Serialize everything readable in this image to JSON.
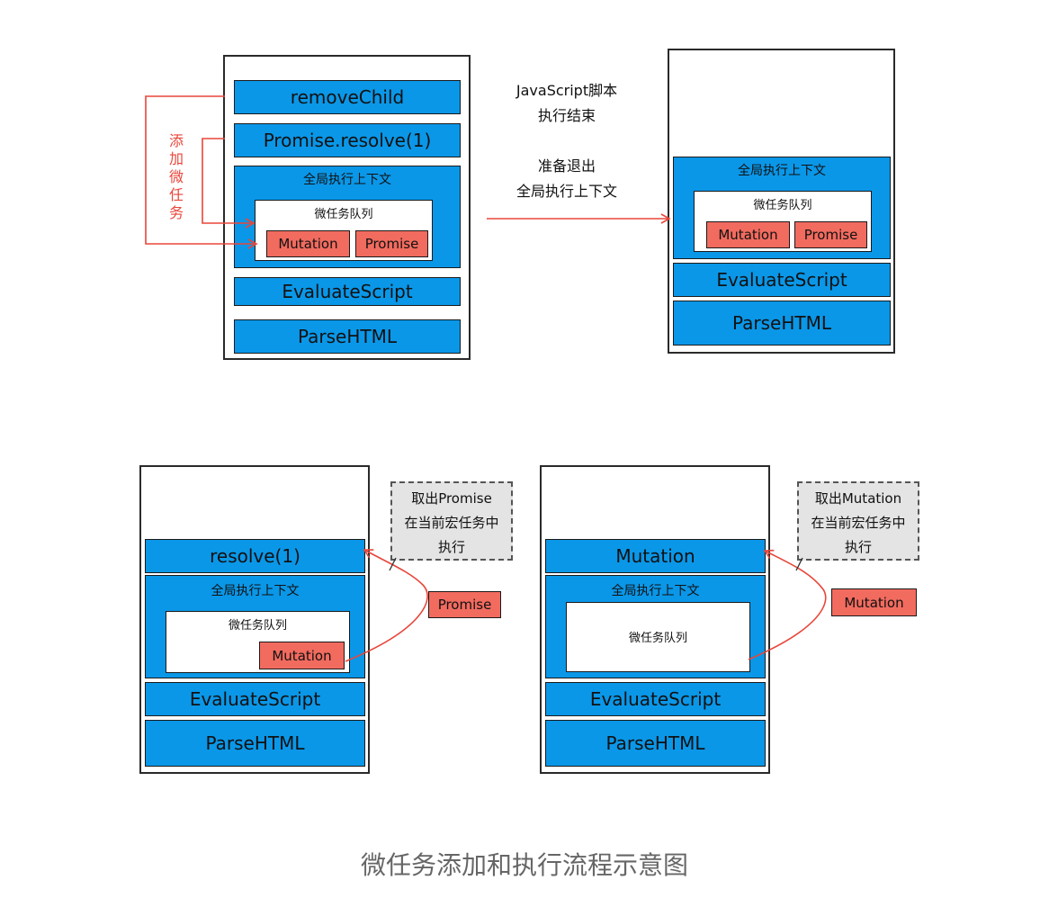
{
  "caption": "微任务添加和执行流程示意图",
  "panel1": {
    "frames": [
      "removeChild",
      "Promise.resolve(1)"
    ],
    "global_context": "全局执行上下文",
    "microtask_queue": "微任务队列",
    "queue_items": [
      "Mutation",
      "Promise"
    ],
    "lower_frames": [
      "EvaluateScript",
      "ParseHTML"
    ],
    "side_label": "添加微任务"
  },
  "transition": {
    "line1": "JavaScript脚本",
    "line2": "执行结束",
    "line3": "准备退出",
    "line4": "全局执行上下文"
  },
  "panel2": {
    "global_context": "全局执行上下文",
    "microtask_queue": "微任务队列",
    "queue_items": [
      "Mutation",
      "Promise"
    ],
    "lower_frames": [
      "EvaluateScript",
      "ParseHTML"
    ]
  },
  "panel3": {
    "top_frame": "resolve(1)",
    "global_context": "全局执行上下文",
    "microtask_queue": "微任务队列",
    "queue_items": [
      "Mutation"
    ],
    "lower_frames": [
      "EvaluateScript",
      "ParseHTML"
    ],
    "note_lines": [
      "取出Promise",
      "在当前宏任务中",
      "执行"
    ],
    "moving_item": "Promise"
  },
  "panel4": {
    "top_frame": "Mutation",
    "global_context": "全局执行上下文",
    "microtask_queue": "微任务队列",
    "lower_frames": [
      "EvaluateScript",
      "ParseHTML"
    ],
    "note_lines": [
      "取出Mutation",
      "在当前宏任务中",
      "执行"
    ],
    "moving_item": "Mutation"
  },
  "colors": {
    "frame_blue": "#0a97e8",
    "task_red": "#f26b5f",
    "arrow_red": "#e8463a",
    "note_gray": "#e4e4e4"
  }
}
